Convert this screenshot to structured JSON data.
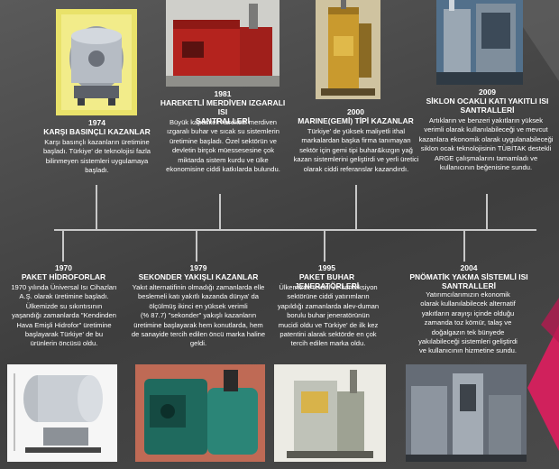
{
  "colors": {
    "background": "#4a4a4a",
    "text": "#ffffff",
    "timeline": "#c8c8c8",
    "accent": "#d0215c"
  },
  "milestones_top": [
    {
      "title": "1974\nKARŞI BASINÇLI KAZANLAR",
      "desc": "Karşı basınçlı kazanların üretimine\nbaşladı. Türkiye' de teknolojisi fazla\nbilinmeyen sistemleri uygulamaya\nbaşladı.",
      "image": "counter-pressure-boiler-photo"
    },
    {
      "title": "1981\nHAREKETLİ MERDİVEN IZGARALI ISI\nSANTRALLERİ",
      "desc": "Büyük kapasiteli hareketli merdiven\nızgaralı buhar ve sıcak su sistemlerin\nüretimine başladı. Özel sektörün ve\ndevletin birçok müessesesine çok\nmiktarda sistem kurdu ve ülke\nekonomisine ciddi katkılarda bulundu.",
      "image": "moving-grate-plant-photo"
    },
    {
      "title": "2000\nMARINE(GEMİ) TİPİ KAZANLAR",
      "desc": "Türkiye' de yüksek maliyetli ithal\nmarkalardan başka firma tanımayan\nsektör için gemi tipi buhar&kızgın yağ\nkazan sistemlerini geliştirdi ve yerli üretici\nolarak ciddi referanslar kazandırdı.",
      "image": "marine-boiler-photo"
    },
    {
      "title": "2009\nSİKLON OCAKLI KATI YAKITLI ISI\nSANTRALLERİ",
      "desc": "Artıkların ve benzeri yakıtların yüksek\nverimli olarak kullanılabileceği ve mevcut\nkazanlara ekonomik olarak uygulanabileceği\nsiklon ocak teknolojisinin TÜBİTAK destekli\nARGE çalışmalarını tamamladı ve\nkullanıcının beğenisine sundu.",
      "image": "cyclone-furnace-plant-photo"
    }
  ],
  "milestones_bottom": [
    {
      "title": "1970\nPAKET HİDROFORLAR",
      "desc": "1970 yılında Üniversal Isı Cihazları\nA.Ş. olarak üretimine başladı.\nÜlkemizde su sıkıntısının\nyaşandığı zamanlarda \"Kendinden\nHava Emişli Hidrofor\" üretimine\nbaşlayarak Türkiye' de bu\nürünlerin öncüsü oldu.",
      "image": "package-hydrophore-photo"
    },
    {
      "title": "1979\nSEKONDER YAKIŞLI KAZANLAR",
      "desc": "Yakıt alternatifinin olmadığı zamanlarda elle\nbeslemeli katı yakıtlı kazanda dünya' da\nölçülmüş ikinci en yüksek verimli\n(% 87.7) \"sekonder\" yakışlı kazanların\nüretimine başlayarak  hem konutlarda, hem\nde sanayide tercih edilen öncü marka haline\ngeldi.",
      "image": "secondary-combustion-boiler-photo"
    },
    {
      "title": "1995\nPAKET BUHAR JENERATÖRLERİ",
      "desc": "Ülkemizde tekstil ve konfeksiyon\nsektörüne ciddi yatırımların\nyapıldığı zamanlarda alev-duman\nborulu buhar jeneratörünün\nmucidi oldu ve Türkiye' de ilk kez\npatentini alarak sektörde en çok\ntercih edilen marka oldu.",
      "image": "package-steam-generator-photo"
    },
    {
      "title": "2004\nPNÖMATİK YAKMA SİSTEMLİ ISI\nSANTRALLERİ",
      "desc": "Yatırımcılarımızın ekonomik\nolarak kullanılabilecek alternatif\nyakıtların arayışı içinde olduğu\nzamanda toz kömür, talaş ve\ndoğalgazın tek bünyede\nyakılabileceği sistemleri geliştirdi\nve kullanıcının hizmetine sundu.",
      "image": "pneumatic-firing-plant-photo"
    }
  ]
}
